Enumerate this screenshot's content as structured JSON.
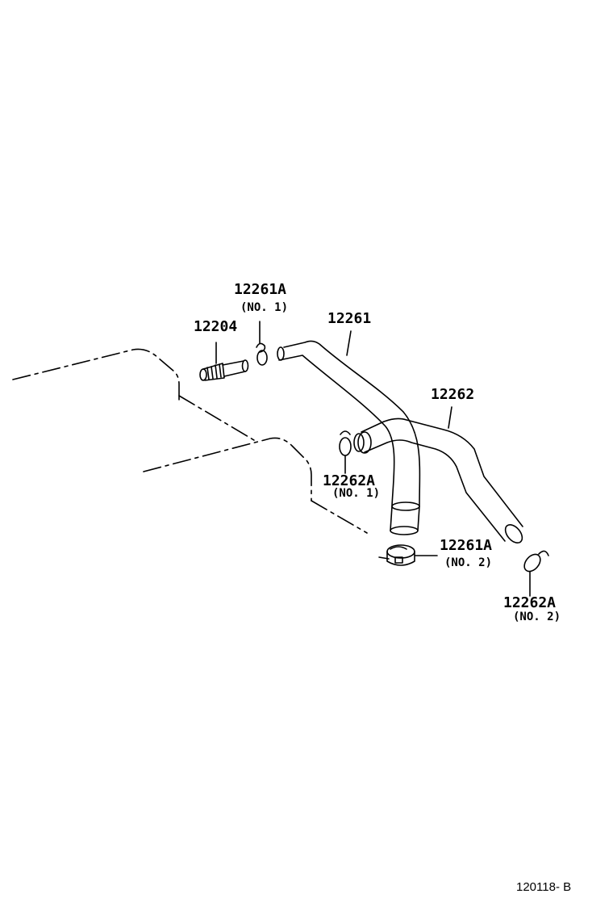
{
  "labels": {
    "clamp_12261A_no1": {
      "part": "12261A",
      "sub": "(NO. 1)"
    },
    "fitting_12204": {
      "part": "12204"
    },
    "hose_12261": {
      "part": "12261"
    },
    "hose_12262": {
      "part": "12262"
    },
    "clamp_12262A_no1": {
      "part": "12262A",
      "sub": "(NO. 1)"
    },
    "clamp_12261A_no2": {
      "part": "12261A",
      "sub": "(NO. 2)"
    },
    "clamp_12262A_no2": {
      "part": "12262A",
      "sub": "(NO. 2)"
    }
  },
  "reference_code": "120118- B"
}
